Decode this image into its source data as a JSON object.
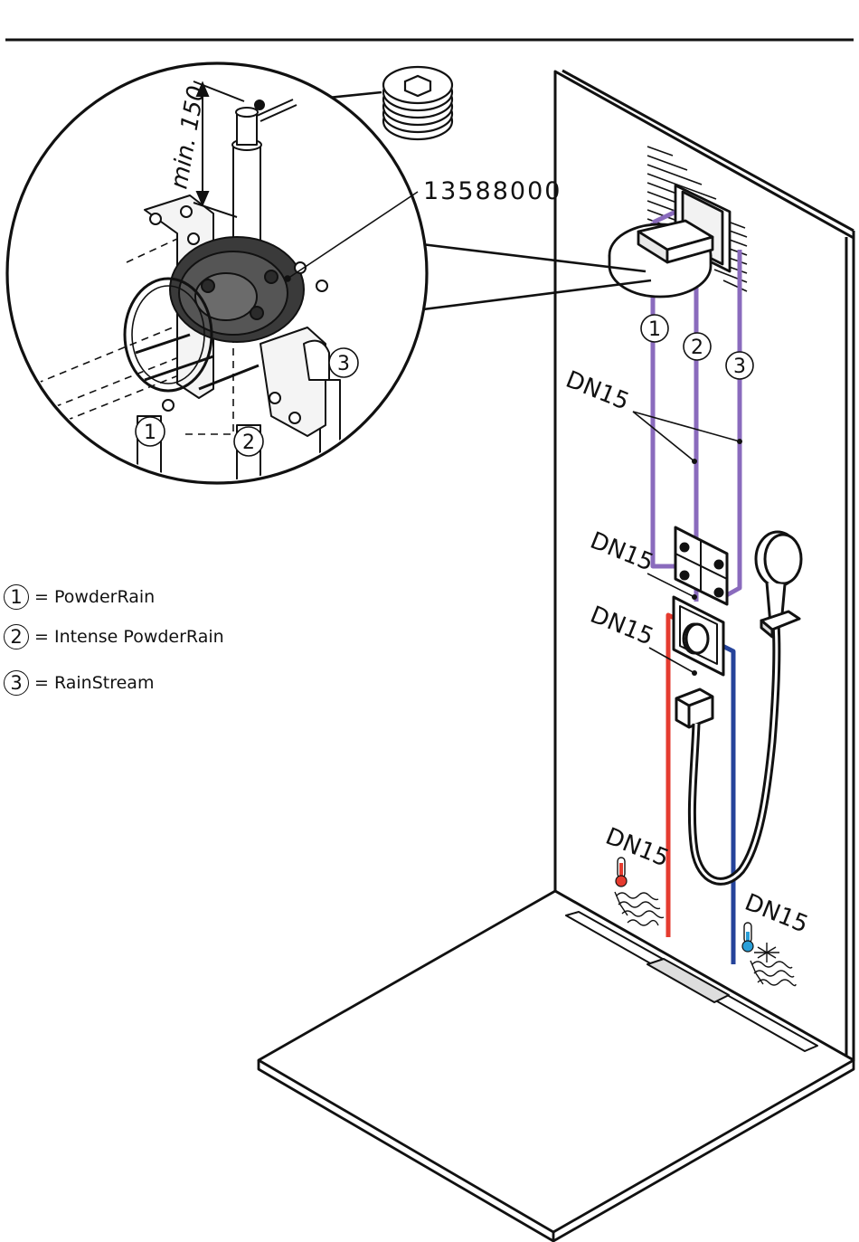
{
  "part_number": "13588000",
  "min_label": "min. 150",
  "dn_label": "DN15",
  "callouts": {
    "one": "1",
    "two": "2",
    "three": "3"
  },
  "legend": [
    {
      "num": "1",
      "text": "= PowderRain"
    },
    {
      "num": "2",
      "text": "= Intense PowderRain"
    },
    {
      "num": "3",
      "text": "= RainStream"
    }
  ],
  "colors": {
    "line": "#111111",
    "pipe_outlets": "#8a6bbd",
    "pipe_hot": "#e53b2f",
    "pipe_cold": "#25439a"
  },
  "icons": [
    "thermometer-hot-icon",
    "thermometer-cold-icon",
    "snowflake-icon",
    "water-waves-icon"
  ]
}
